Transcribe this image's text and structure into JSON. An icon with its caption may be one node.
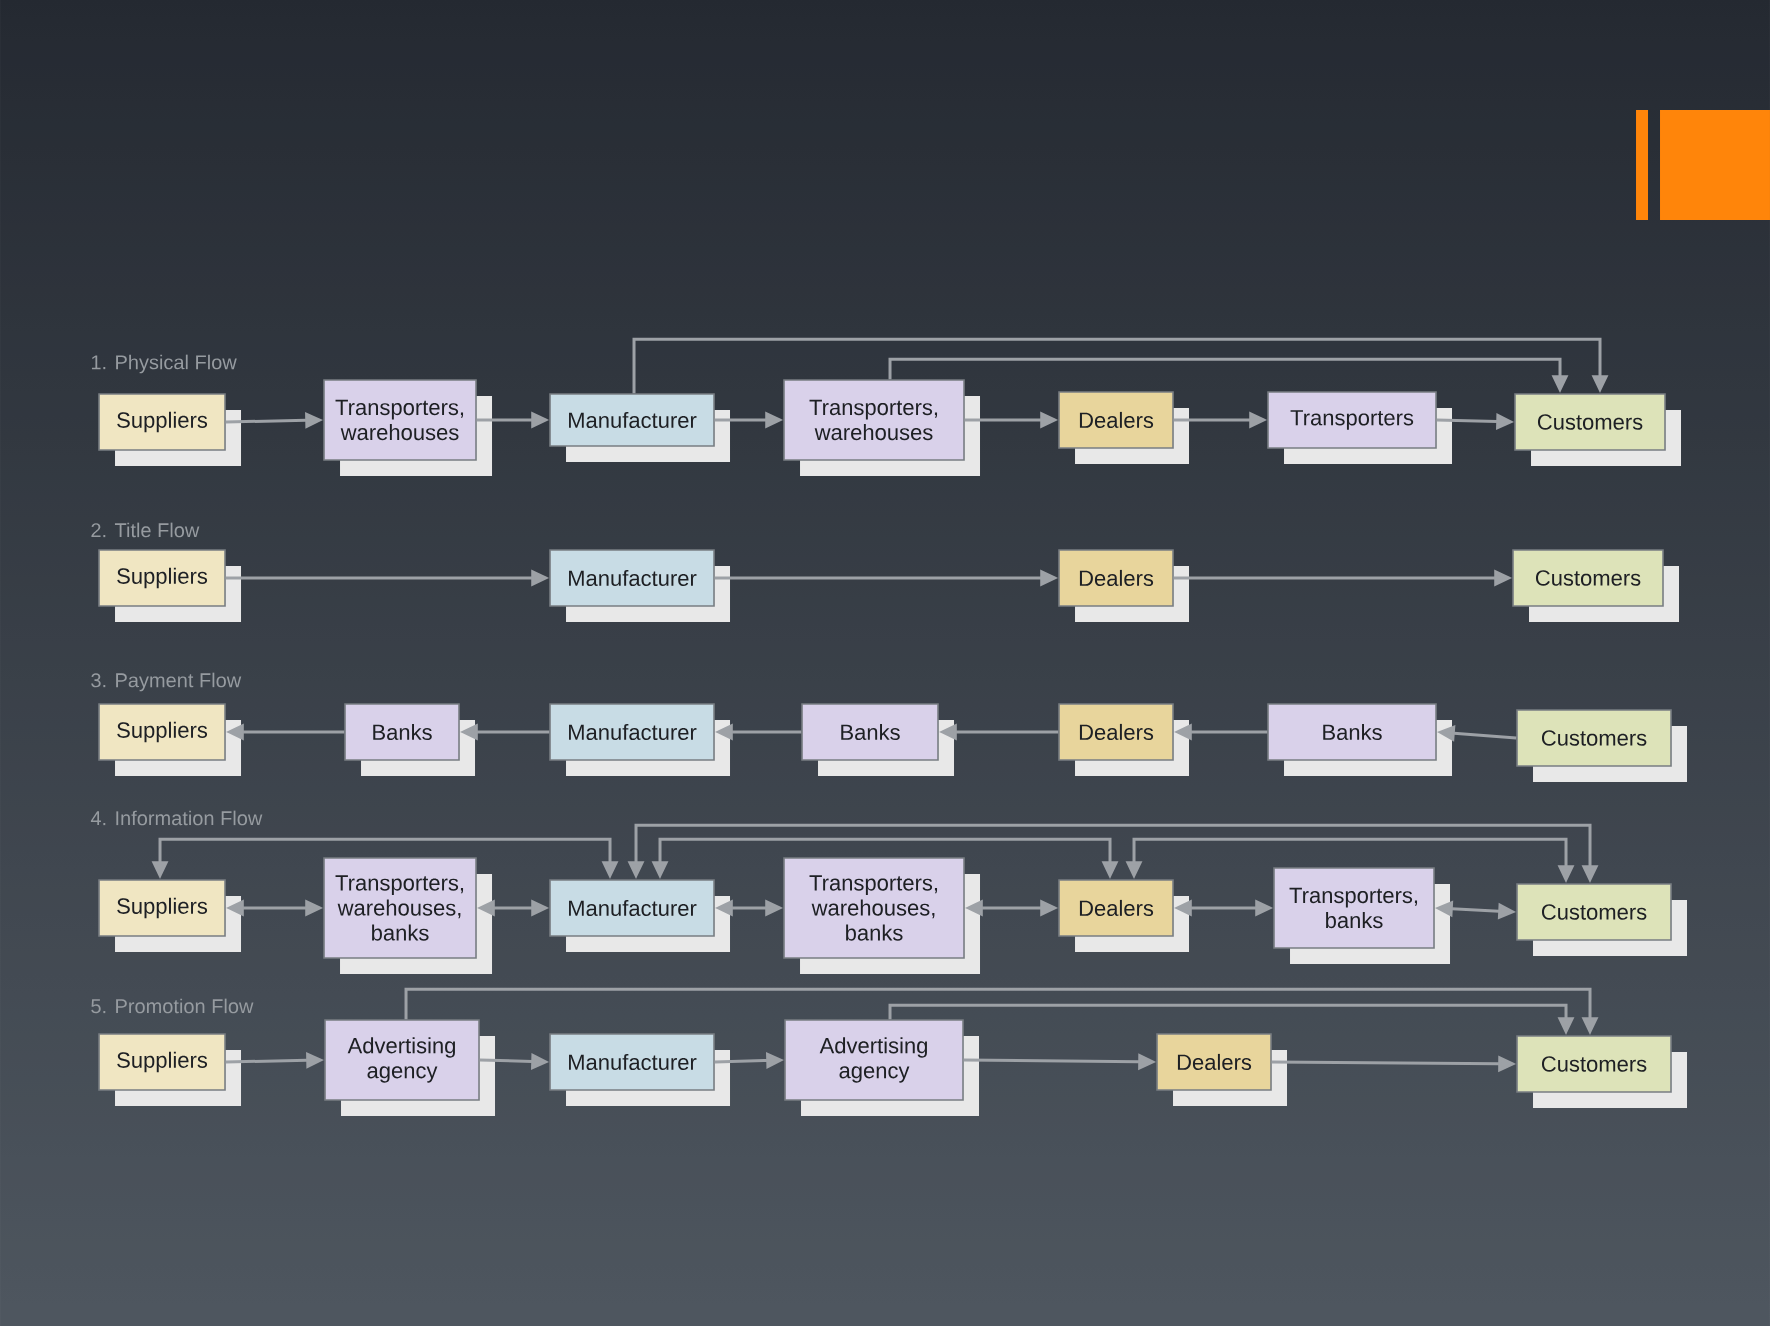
{
  "diagram": {
    "nodes": [
      {
        "text": [
          "Suppliers"
        ]
      },
      {
        "text": [
          "Transporters, warehouses"
        ]
      },
      {
        "text": [
          "Manufacturer"
        ]
      },
      {
        "text": [
          "Transporters, warehouses"
        ]
      },
      {
        "text": [
          "Dealers"
        ]
      },
      {
        "text": [
          "Transporters"
        ]
      },
      {
        "text": [
          "Customers"
        ]
      },
      {
        "text": [
          "Suppliers"
        ]
      },
      {
        "text": [
          "Manufacturer"
        ]
      },
      {
        "text": [
          "Dealers"
        ]
      },
      {
        "text": [
          "Customers"
        ]
      },
      {
        "text": [
          "Suppliers"
        ]
      },
      {
        "text": [
          "Banks"
        ]
      },
      {
        "text": [
          "Manufacturer"
        ]
      },
      {
        "text": [
          "Banks"
        ]
      },
      {
        "text": [
          "Dealers"
        ]
      },
      {
        "text": [
          "Banks"
        ]
      },
      {
        "text": [
          "Customers"
        ]
      },
      {
        "text": [
          "Suppliers"
        ]
      },
      {
        "text": [
          "Transporters, warehouses, banks"
        ]
      },
      {
        "text": [
          "Manufacturer"
        ]
      },
      {
        "text": [
          "Transporters, warehouses, banks"
        ]
      },
      {
        "text": [
          "Dealers"
        ]
      },
      {
        "text": [
          "Transporters, banks"
        ]
      },
      {
        "text": [
          "Customers"
        ]
      },
      {
        "text": [
          "Suppliers"
        ]
      },
      {
        "text": [
          "Advertising agency"
        ]
      },
      {
        "text": [
          "Manufacturer"
        ]
      },
      {
        "text": [
          "Advertising agency"
        ]
      },
      {
        "text": [
          "Dealers"
        ]
      },
      {
        "text": [
          "Customers"
        ]
      }
    ],
    "edges": [
      {
        "from": 0,
        "to": 1,
        "arrow": "to"
      },
      {
        "from": 1,
        "to": 2,
        "arrow": "to"
      },
      {
        "from": 2,
        "to": 3,
        "arrow": "to"
      },
      {
        "from": 3,
        "to": 4,
        "arrow": "to"
      },
      {
        "from": 4,
        "to": 5,
        "arrow": "to"
      },
      {
        "from": 5,
        "to": 6,
        "arrow": "to"
      },
      {
        "from": 2,
        "to": 6,
        "arrow": "to"
      },
      {
        "from": 3,
        "to": 6,
        "arrow": "to"
      },
      {
        "from": 7,
        "to": 8,
        "arrow": "to"
      },
      {
        "from": 8,
        "to": 9,
        "arrow": "to"
      },
      {
        "from": 9,
        "to": 10,
        "arrow": "to"
      },
      {
        "from": 17,
        "to": 16,
        "arrow": "to"
      },
      {
        "from": 16,
        "to": 15,
        "arrow": "to"
      },
      {
        "from": 15,
        "to": 14,
        "arrow": "to"
      },
      {
        "from": 14,
        "to": 13,
        "arrow": "to"
      },
      {
        "from": 13,
        "to": 12,
        "arrow": "to"
      },
      {
        "from": 12,
        "to": 11,
        "arrow": "to"
      },
      {
        "from": 18,
        "to": 19,
        "arrow": "both"
      },
      {
        "from": 19,
        "to": 20,
        "arrow": "both"
      },
      {
        "from": 20,
        "to": 21,
        "arrow": "both"
      },
      {
        "from": 21,
        "to": 22,
        "arrow": "both"
      },
      {
        "from": 22,
        "to": 23,
        "arrow": "both"
      },
      {
        "from": 23,
        "to": 24,
        "arrow": "both"
      },
      {
        "from": 18,
        "to": 20,
        "arrow": "both"
      },
      {
        "from": 20,
        "to": 24,
        "arrow": "both"
      },
      {
        "from": 20,
        "to": 22,
        "arrow": "both"
      },
      {
        "from": 22,
        "to": 24,
        "arrow": "both"
      },
      {
        "from": 25,
        "to": 26,
        "arrow": "to"
      },
      {
        "from": 26,
        "to": 27,
        "arrow": "to"
      },
      {
        "from": 27,
        "to": 28,
        "arrow": "to"
      },
      {
        "from": 28,
        "to": 29,
        "arrow": "to"
      },
      {
        "from": 29,
        "to": 30,
        "arrow": "to"
      },
      {
        "from": 26,
        "to": 30,
        "arrow": "to"
      },
      {
        "from": 28,
        "to": 30,
        "arrow": "to"
      }
    ],
    "labels": [
      "1. Physical Flow",
      "2. Title Flow",
      "3. Payment Flow",
      "4. Information Flow",
      "5. Promotion Flow"
    ]
  }
}
